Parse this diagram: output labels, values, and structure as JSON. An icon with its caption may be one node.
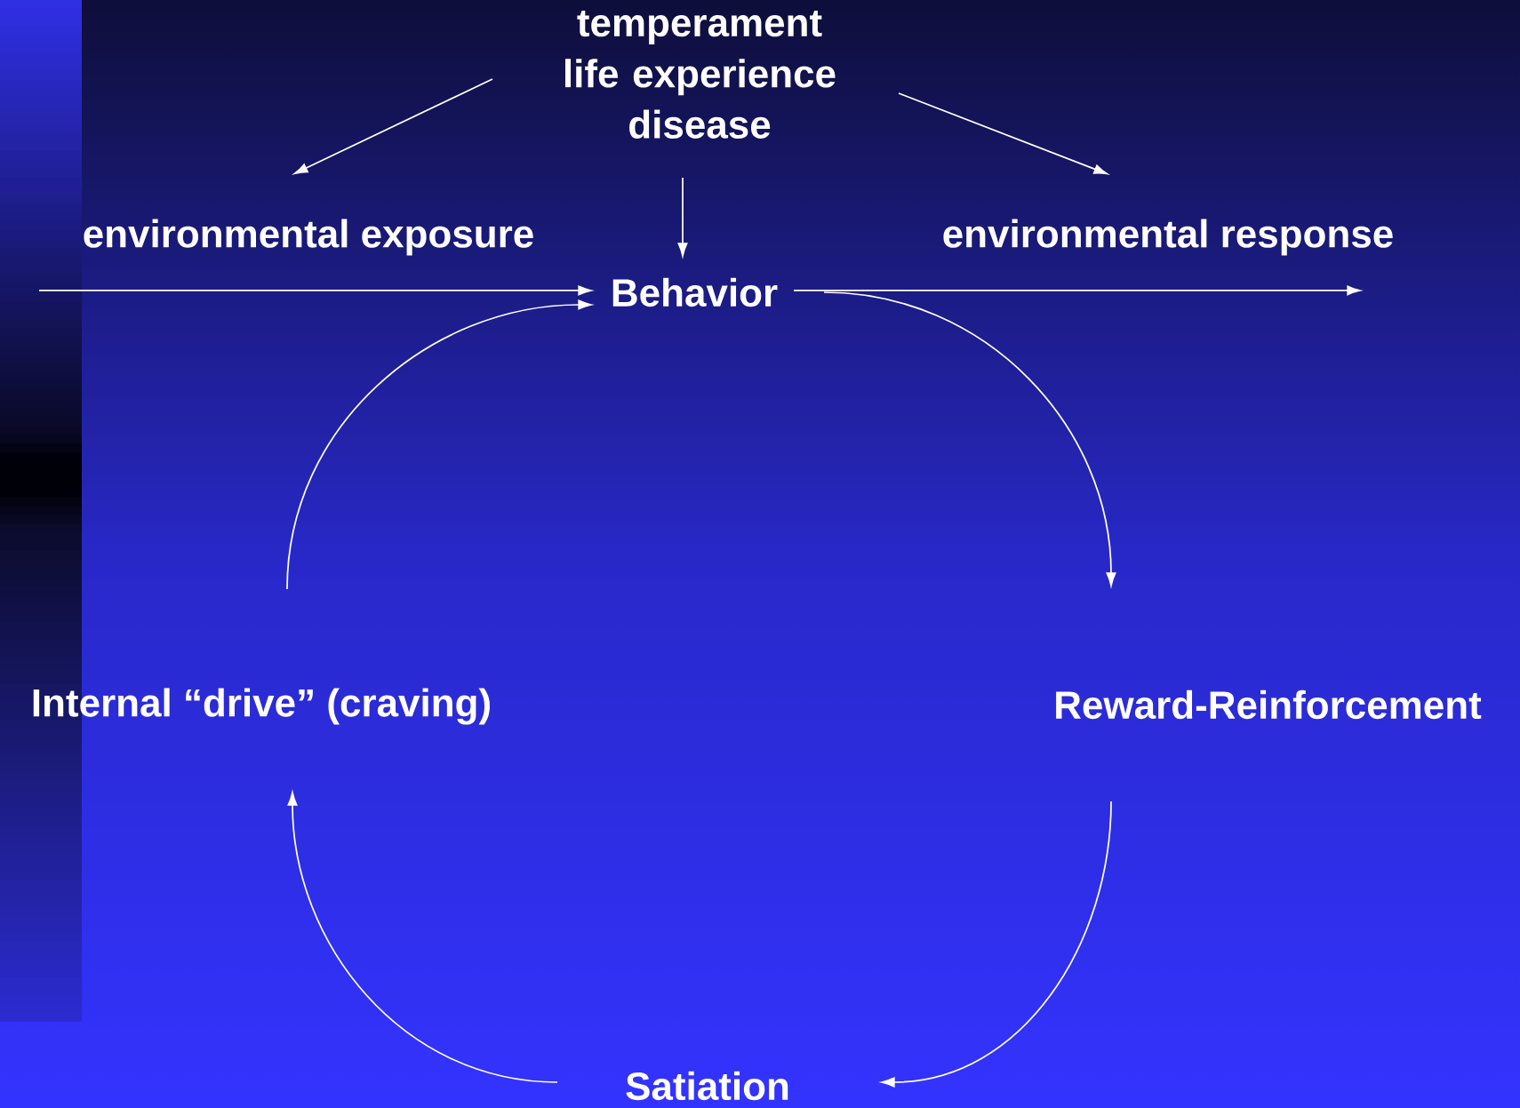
{
  "diagram": {
    "nodes": [
      {
        "text": [
          "temperament life experience disease"
        ]
      },
      {
        "text": [
          "environmental exposure"
        ]
      },
      {
        "text": [
          "Behavior"
        ]
      },
      {
        "text": [
          "environmental response"
        ]
      },
      {
        "text": [
          "Reward-Reinforcement"
        ]
      },
      {
        "text": [
          "Satiation"
        ]
      },
      {
        "text": [
          "Internal “drive” (craving)"
        ]
      }
    ],
    "edges": [
      {
        "from": 0,
        "to": 1,
        "arrow": "to"
      },
      {
        "from": 0,
        "to": 2,
        "arrow": "to"
      },
      {
        "from": 0,
        "to": 3,
        "arrow": "to"
      },
      {
        "from": null,
        "to": 2,
        "arrow": "to"
      },
      {
        "from": 2,
        "to": 3,
        "arrow": "to"
      },
      {
        "from": 2,
        "to": 4,
        "arrow": "to"
      },
      {
        "from": 4,
        "to": 5,
        "arrow": "to"
      },
      {
        "from": 5,
        "to": 6,
        "arrow": "to"
      },
      {
        "from": 6,
        "to": 2,
        "arrow": "to"
      }
    ]
  }
}
